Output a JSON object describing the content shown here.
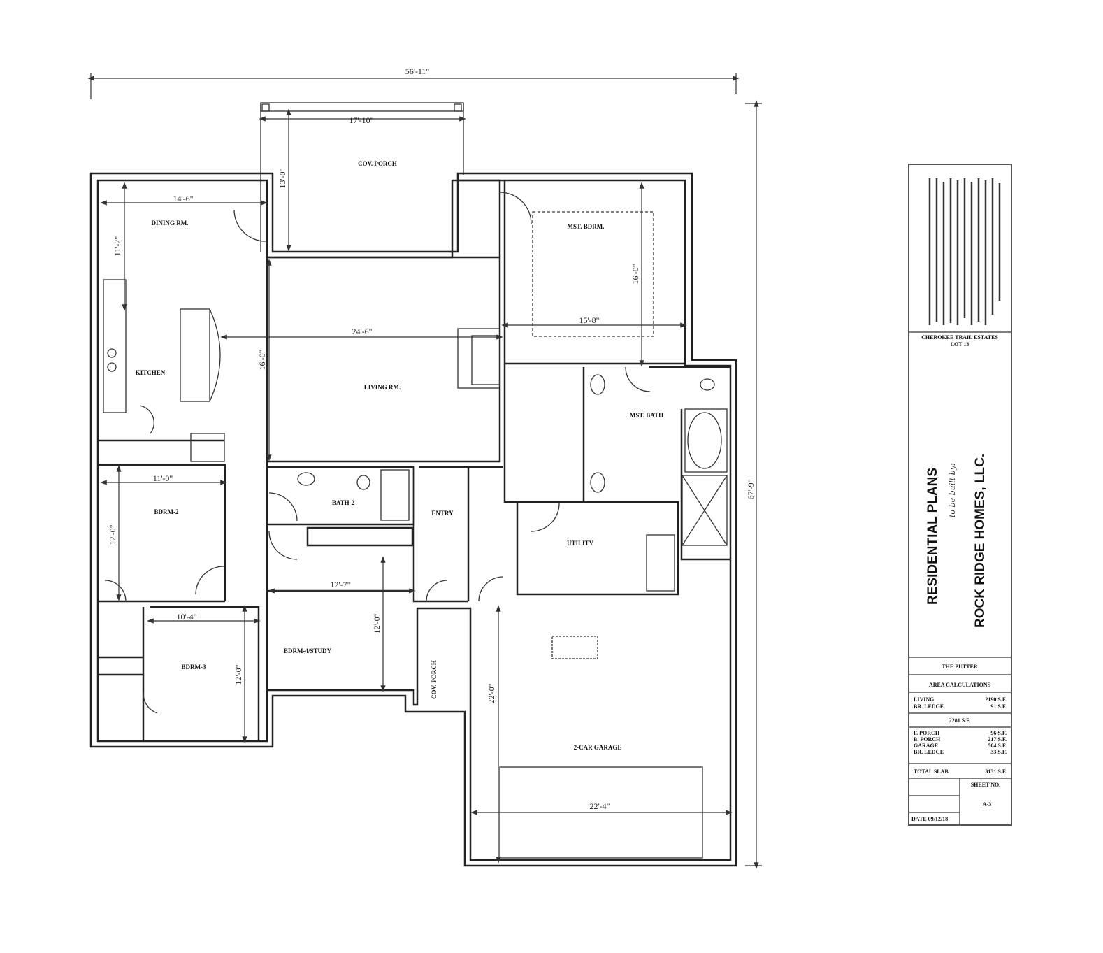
{
  "plan": {
    "overall_width": "56'-11\"",
    "overall_depth": "67'-9\"",
    "rooms": {
      "cov_porch_front": "COV. PORCH",
      "dining": "DINING RM.",
      "kitchen": "KITCHEN",
      "living": "LIVING RM.",
      "master_bedroom": "MST. BDRM.",
      "master_bath": "MST. BATH",
      "bedroom2": "BDRM-2",
      "bath2": "BATH-2",
      "entry": "ENTRY",
      "utility": "UTILITY",
      "bedroom3": "BDRM-3",
      "bedroom4": "BDRM-4/STUDY",
      "cov_porch_side": "COV. PORCH",
      "garage": "2-CAR GARAGE"
    },
    "dimensions": {
      "porch_width": "17'-10\"",
      "porch_depth": "13'-0\"",
      "dining_width": "14'-6\"",
      "dining_depth": "11'-2\"",
      "living_width": "24'-6\"",
      "living_depth": "16'-0\"",
      "master_width": "15'-8\"",
      "master_depth": "16'-0\"",
      "bed2_width": "11'-0\"",
      "bed2_depth": "12'-0\"",
      "bed4_width": "12'-7\"",
      "bed4_depth": "12'-0\"",
      "bed3_width": "10'-4\"",
      "bed3_depth": "12'-0\"",
      "garage_depth": "22'-0\"",
      "garage_width": "22'-4\""
    }
  },
  "title_block": {
    "subdivision": "CHEROKEE TRAIL ESTATES",
    "lot": "LOT 13",
    "heading": "RESIDENTIAL PLANS",
    "built_by": "to be built by:",
    "builder": "ROCK RIDGE HOMES, LLC.",
    "plan_name": "THE PUTTER",
    "area_title": "AREA CALCULATIONS",
    "area_rows_1": [
      {
        "label": "LIVING",
        "value": "2190 S.F."
      },
      {
        "label": "BR. LEDGE",
        "value": "91 S.F."
      }
    ],
    "subtotal": "2281 S.F.",
    "area_rows_2": [
      {
        "label": "F. PORCH",
        "value": "96 S.F."
      },
      {
        "label": "B. PORCH",
        "value": "217 S.F."
      },
      {
        "label": "GARAGE",
        "value": "504 S.F."
      },
      {
        "label": "BR. LEDGE",
        "value": "33 S.F."
      }
    ],
    "total_label": "TOTAL SLAB",
    "total_value": "3131 S.F.",
    "sheet_label": "SHEET NO.",
    "sheet_no": "A-3",
    "date": "DATE 09/12/18"
  }
}
